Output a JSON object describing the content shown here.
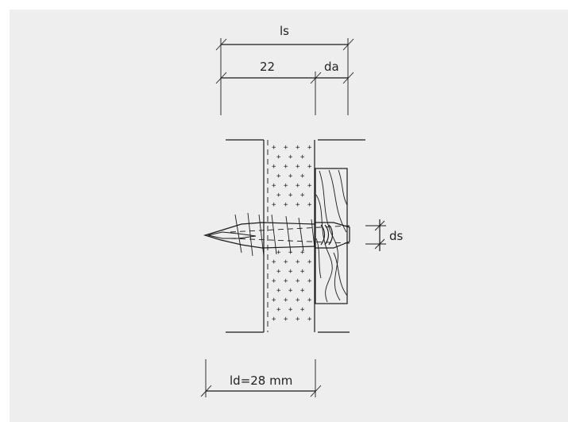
{
  "diagram": {
    "labels": {
      "ls": "ls",
      "span_22": "22",
      "da": "da",
      "ds": "ds",
      "ld": "ld=28 mm"
    },
    "colors": {
      "background": "#eeeeef",
      "line": "#1a1a1a"
    }
  }
}
